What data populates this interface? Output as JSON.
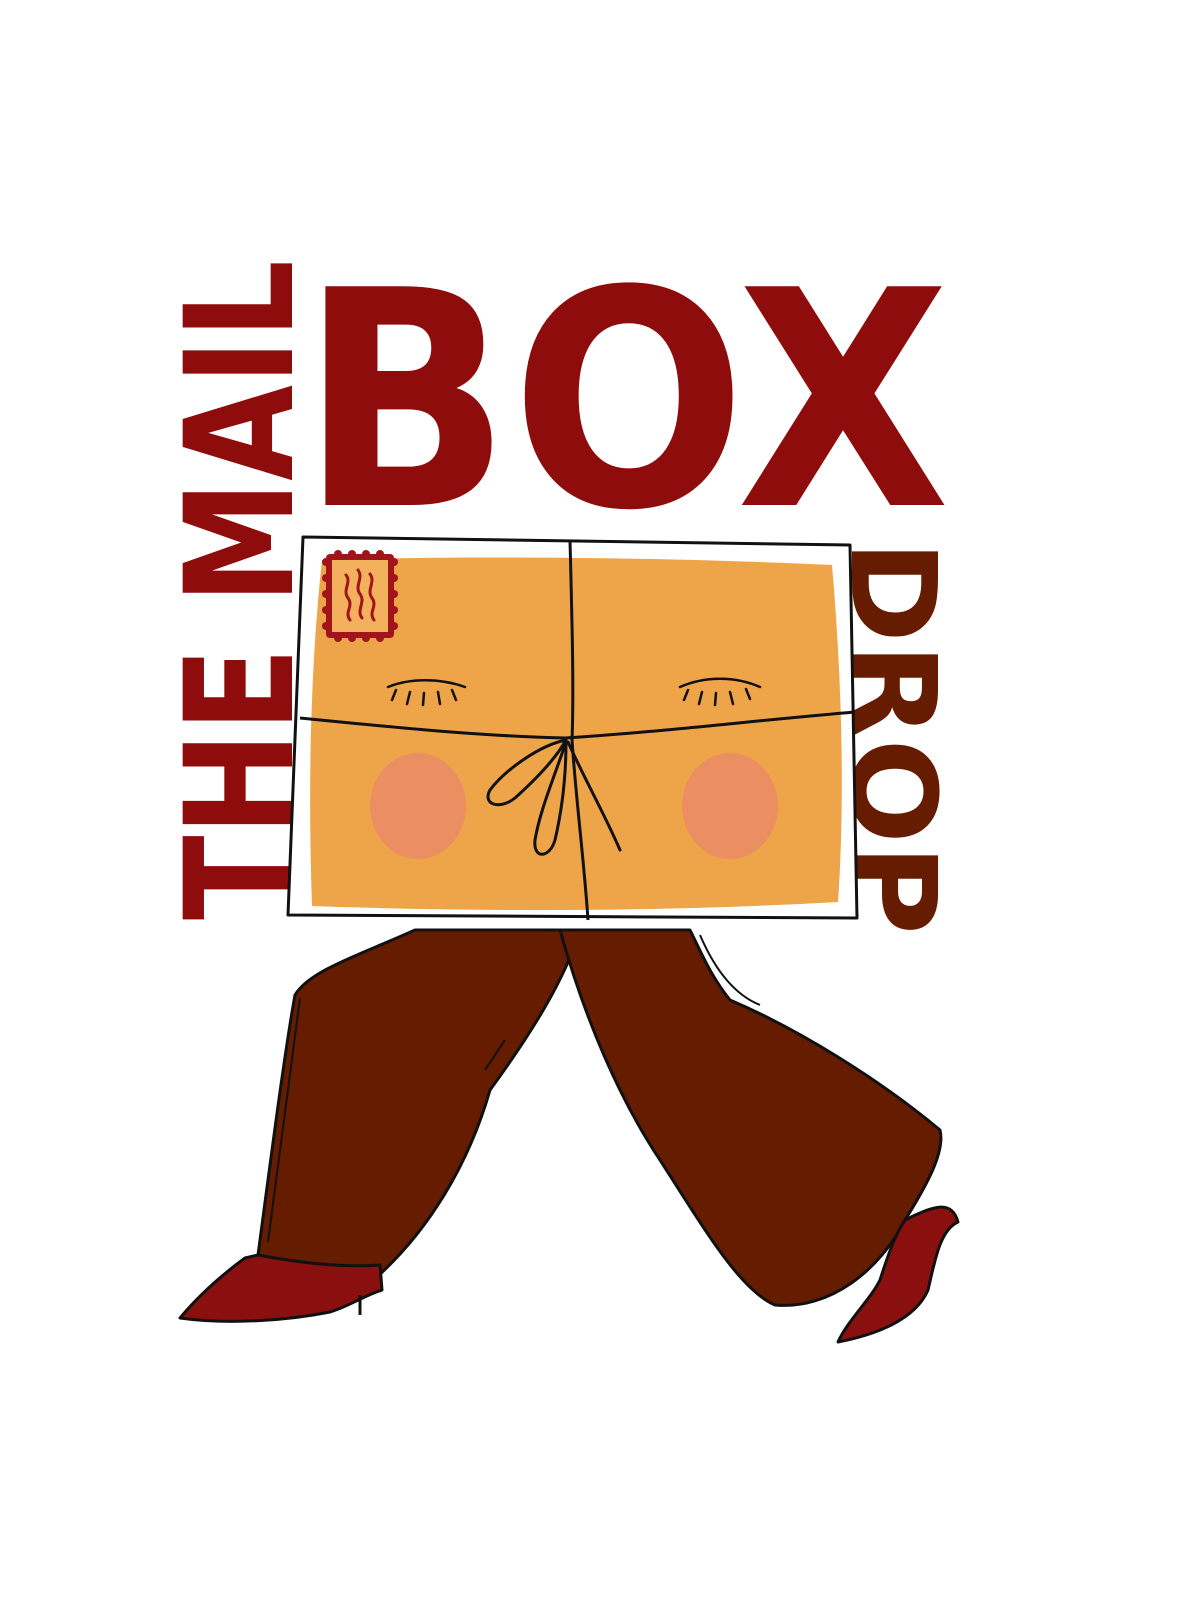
{
  "logo": {
    "word_main": "BOX",
    "word_left": "THE MAIL",
    "word_right": "DROP"
  },
  "colors": {
    "background": "#ffffff",
    "crimson": "#8e0c0c",
    "brown": "#661c00",
    "box_fill": "#eea54a",
    "blush": "#eb8f62",
    "stamp_bg": "#f3b15e",
    "stamp_ink": "#a0141a",
    "boot": "#8a1010",
    "outline": "#111111"
  },
  "icons": {
    "stamp": "postage-stamp-icon",
    "bow": "string-bow-icon",
    "eyes": "closed-eye-icon"
  }
}
